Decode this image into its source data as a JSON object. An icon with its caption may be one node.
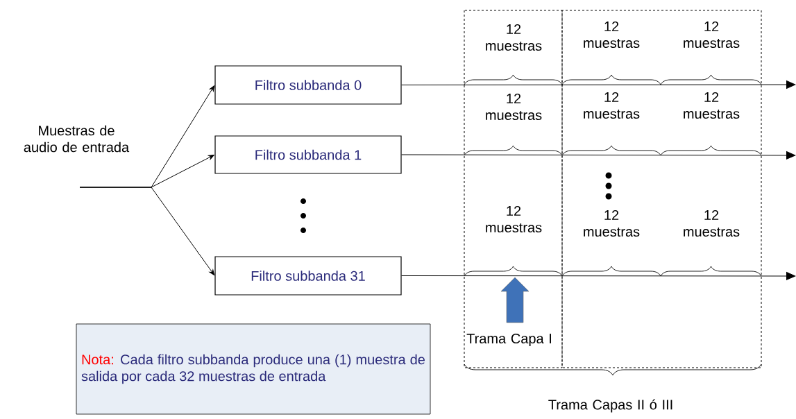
{
  "diagram": {
    "nodes": [
      {
        "text": [
          "Filtro subbanda 0"
        ]
      },
      {
        "text": [
          "Filtro subbanda 1"
        ]
      },
      {
        "text": [
          "Filtro subbanda 31"
        ]
      },
      {
        "text": [
          "Nota:",
          "Cada filtro subbanda produce una (1) muestra de salida por cada 32 muestras de entrada"
        ]
      }
    ],
    "edges": [
      {
        "from": null,
        "to": 0,
        "arrow": "to"
      },
      {
        "from": null,
        "to": 1,
        "arrow": "to"
      },
      {
        "from": null,
        "to": 2,
        "arrow": "to"
      },
      {
        "from": 0,
        "to": null,
        "arrow": "to"
      },
      {
        "from": 1,
        "to": null,
        "arrow": "to"
      },
      {
        "from": 2,
        "to": null,
        "arrow": "to"
      }
    ],
    "labels": [
      "Muestras de audio de entrada",
      "12 muestras",
      "12 muestras",
      "12 muestras",
      "12 muestras",
      "12 muestras",
      "12 muestras",
      "12 muestras",
      "12 muestras",
      "12 muestras",
      "Trama Capa I",
      "Trama Capas II ó III"
    ]
  }
}
